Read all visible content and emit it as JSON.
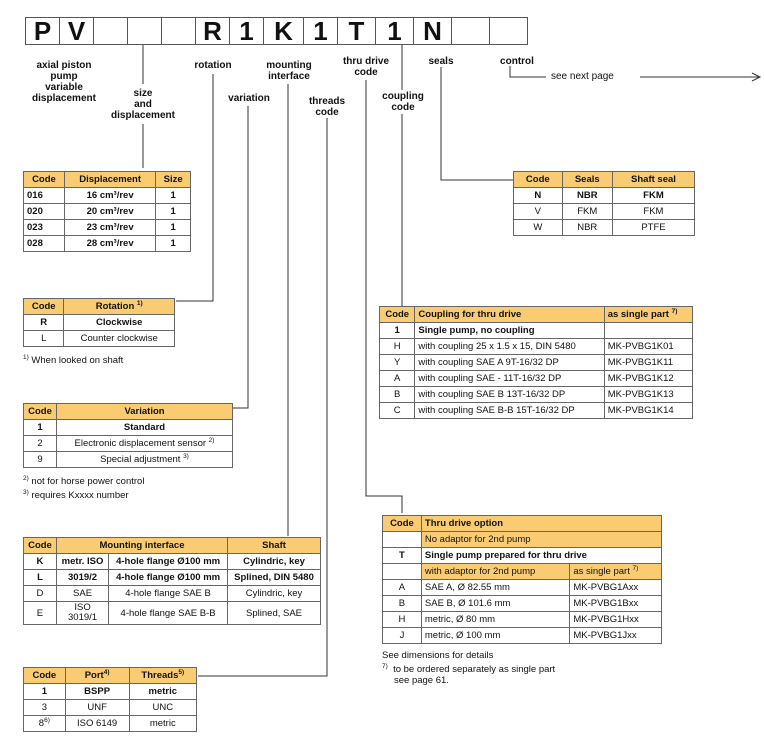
{
  "code_boxes": [
    "P",
    "V",
    "",
    "",
    "",
    "R",
    "1",
    "K",
    "1",
    "T",
    "1",
    "N",
    "",
    ""
  ],
  "labels": {
    "axial": [
      "axial piston",
      "pump",
      "variable",
      "displacement"
    ],
    "size": [
      "size",
      "and",
      "displacement"
    ],
    "rotation": "rotation",
    "variation": "variation",
    "mounting": [
      "mounting",
      "interface"
    ],
    "threads": [
      "threads",
      "code"
    ],
    "thru_drive": [
      "thru drive",
      "code"
    ],
    "coupling": [
      "coupling",
      "code"
    ],
    "seals": "seals",
    "control": "control",
    "see_next": "see next page"
  },
  "displacement_table": {
    "headers": [
      "Code",
      "Displacement",
      "Size"
    ],
    "rows": [
      [
        "016",
        "16 cm³/rev",
        "1"
      ],
      [
        "020",
        "20 cm³/rev",
        "1"
      ],
      [
        "023",
        "23 cm³/rev",
        "1"
      ],
      [
        "028",
        "28 cm³/rev",
        "1"
      ]
    ]
  },
  "rotation_table": {
    "headers": [
      "Code",
      "Rotation"
    ],
    "header_sup": "1)",
    "rows": [
      [
        "R",
        "Clockwise"
      ],
      [
        "L",
        "Counter clockwise"
      ]
    ],
    "note_sup": "1)",
    "note": "When looked on shaft"
  },
  "variation_table": {
    "headers": [
      "Code",
      "Variation"
    ],
    "rows": [
      [
        "1",
        "Standard",
        ""
      ],
      [
        "2",
        "Electronic displacement sensor",
        "2)"
      ],
      [
        "9",
        "Special adjustment",
        "3)"
      ]
    ],
    "notes": [
      [
        "2)",
        "not for horse power control"
      ],
      [
        "3)",
        "requires Kxxxx number"
      ]
    ]
  },
  "mounting_table": {
    "headers": [
      "Code",
      "Mounting interface",
      "Shaft"
    ],
    "k": {
      "code": "K",
      "std": "metr. ISO",
      "flange": "4-hole flange Ø100 mm",
      "shaft": "Cylindric, key"
    },
    "l": {
      "code": "L",
      "std": "3019/2",
      "flange": "4-hole flange Ø100 mm",
      "shaft": "Splined, DIN 5480"
    },
    "d": {
      "code": "D",
      "std": "SAE",
      "flange": "4-hole flange SAE B",
      "shaft": "Cylindric, key"
    },
    "e": {
      "code": "E",
      "std1": "ISO",
      "std2": "3019/1",
      "flange": "4-hole flange SAE B-B",
      "shaft": "Splined, SAE"
    }
  },
  "threads_table": {
    "headers": [
      "Code",
      "Port",
      "Threads"
    ],
    "port_sup": "4)",
    "threads_sup": "5)",
    "rows": [
      [
        "1",
        "",
        "BSPP",
        "metric"
      ],
      [
        "3",
        "",
        "UNF",
        "UNC"
      ],
      [
        "8",
        "6)",
        "ISO 6149",
        "metric"
      ]
    ]
  },
  "seals_table": {
    "headers": [
      "Code",
      "Seals",
      "Shaft seal"
    ],
    "rows": [
      [
        "N",
        "NBR",
        "FKM"
      ],
      [
        "V",
        "FKM",
        "FKM"
      ],
      [
        "W",
        "NBR",
        "PTFE"
      ]
    ]
  },
  "coupling_table": {
    "headers": [
      "Code",
      "Coupling for thru drive",
      "as single part"
    ],
    "header_sup": "7)",
    "rows": [
      [
        "1",
        "Single pump, no coupling",
        ""
      ],
      [
        "H",
        "with coupling 25 x 1.5 x 15, DIN 5480",
        "MK-PVBG1K01"
      ],
      [
        "Y",
        "with coupling SAE A 9T-16/32 DP",
        "MK-PVBG1K11"
      ],
      [
        "A",
        "with coupling SAE - 11T-16/32 DP",
        "MK-PVBG1K12"
      ],
      [
        "B",
        "with coupling SAE B 13T-16/32 DP",
        "MK-PVBG1K13"
      ],
      [
        "C",
        "with coupling SAE B-B 15T-16/32 DP",
        "MK-PVBG1K14"
      ]
    ]
  },
  "thru_table": {
    "headers": [
      "Code",
      "Thru drive option"
    ],
    "no_adaptor": "No adaptor for 2nd pump",
    "t_row": [
      "T",
      "Single pump prepared for thru drive"
    ],
    "sub_headers": [
      "with adaptor for 2nd pump",
      "as single part"
    ],
    "sub_sup": "7)",
    "rows": [
      [
        "A",
        "SAE A, Ø 82.55 mm",
        "MK-PVBG1Axx"
      ],
      [
        "B",
        "SAE B, Ø 101.6 mm",
        "MK-PVBG1Bxx"
      ],
      [
        "H",
        "metric, Ø 80 mm",
        "MK-PVBG1Hxx"
      ],
      [
        "J",
        "metric, Ø 100 mm",
        "MK-PVBG1Jxx"
      ]
    ],
    "note1": "See dimensions for details",
    "note2_sup": "7)",
    "note2": "to be ordered separately as single part",
    "note3": "see page 61."
  }
}
